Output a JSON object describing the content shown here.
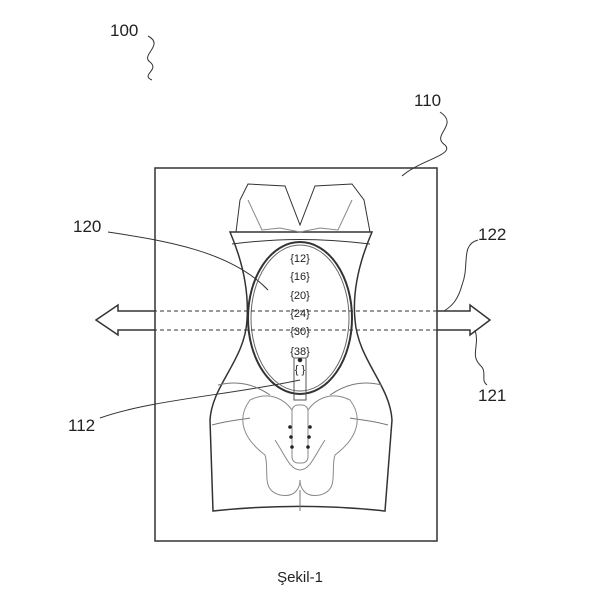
{
  "figure": {
    "caption": "Şekil-1",
    "reference_numerals": {
      "device": "100",
      "frame": "110",
      "garment_window": "120",
      "arrow_upper": "122",
      "arrow_lower": "121",
      "measuring_strip": "112"
    },
    "scale_marks": [
      "{12}",
      "{16}",
      "{20}",
      "{24}",
      "{30}",
      "{38}",
      "{ }"
    ]
  }
}
